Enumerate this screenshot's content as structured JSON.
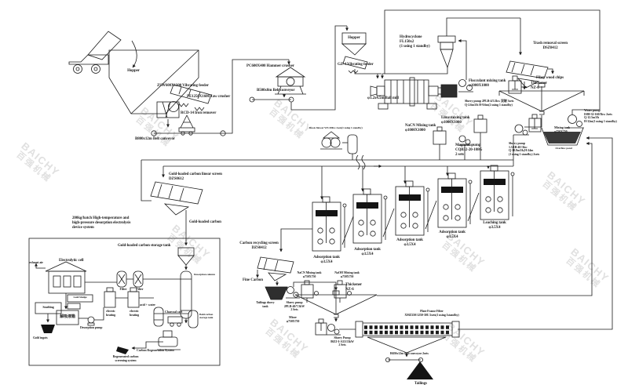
{
  "watermark": {
    "line1": "BAICHY",
    "line2": "百强机械"
  },
  "colors": {
    "line": "#1a1a1a",
    "fill": "#1a1a1a",
    "watermark": "#cdcdcd",
    "background": "#ffffff"
  },
  "labels": {
    "hopper1": "Hopper",
    "vib_feeder": "ZSW600X1300 Vibrating feeder",
    "jaw_crusher": "PE1250X1600 Jaw crusher",
    "iron_remover": "RCD-14 Iron remover",
    "belt1": "B800x12m Belt conveyor",
    "hammer_crusher": "PC600X400 Hammer crusher",
    "belt2": "B500x8m Belt conveyor",
    "hopper2": "Hopper",
    "gz4": "GZ-4 Vibrating feeder",
    "ball_mill": "φ1.2x4.5m Ball mill",
    "hydrocyclone": "Hydrocyclone\nFL150x2\n(1 using 1 standby)",
    "trash_screen": "Trash removal screen\nDSZ0412",
    "fiber_wood": "Fiber wood chips",
    "thickener1": "Thickener\nNZ-6",
    "flocculant": "Flocculant mixing tank\nφ1000X1000",
    "water_pump": "Water pump\nIS80-32-160/3kw 2sets\nQ-12.5m3/h\nH-32m(1 using 1 standby)",
    "pond": "Overflow pond",
    "mixing_tank": "Mixing tank\nφ750X750",
    "slurry_pump_th": "Slurry pump\n1.5/1B-4E/3kw\nQ-10.8m3/h,H-24m\n(1 using 1 standby) 2sets",
    "slurry_pump_bm": "Slurry pump 2PLB-4/5.5kw 双联 3sets\nQ-2.6m3/h H-9.6m(2 using 1 standby)",
    "lime_tank": "Lime mixing tank\nφ1000X1000",
    "nacn_tank_big": "NaCN Mixing tank\nφ1000X1000",
    "magnetic_pump": "Magnetic pump\nCQB32-20-108G\n2 sets",
    "roots_blower": "Roots blower W9-30Kw 2sets(1 using 1 standby)",
    "linear_screen": "Gold-loaded carbon linear screen\nDZS0612",
    "gold_carbon": "Gold-loaded carbon",
    "desorption_system": "200kg/batch High-temperature and\nhigh-pressure desorption electrolysis\ndevice system",
    "storage_tank": "Gold-loaded carbon storage tank",
    "electrolytic_cell": "Electrolytic cell",
    "exhaust_air": "exhaust air",
    "filter1": "Filter",
    "filter2": "Filter",
    "desorption_column": "Desorption column",
    "gold_sludge": "Gold Sludge",
    "smelting": "Smelting",
    "chinese_tank": "解吸液箱",
    "gold_ingots": "Gold ingots",
    "desorption_pump": "Desorption pump",
    "electric_heating1": "electric\nheating",
    "electric_heating2": "electric\nheating",
    "acid_water": "acid + water",
    "charcoal_cart": "Charcoal cart",
    "bald_carbon": "Bald carbon\nstorage tank",
    "carbon_regen": "Carbon Regeneration System",
    "regen_screen": "Regenerated carbon\nscreening system",
    "carbon_recycle": "Carbon recycling screen\nDZS0412",
    "fine_carbon": "Fine Carbon",
    "ads_tank1": "Adsorption tank\nφ3.5X4",
    "ads_tank2": "Adsorption tank\nφ3.5X4",
    "ads_tank3": "Adsorption tank\nφ3.5X4",
    "ads_tank4": "Adsorption tank\nφ3.5X4",
    "leach_tank": "Leaching tank\nφ3.5X4",
    "nacn_tank_small": "NaCN Mixing tank\nφ750X750",
    "naoh_tank_small": "NaOH Mixing tank\nφ750X750",
    "thickener2": "Thickener\nNZ-6",
    "tailings_tank": "Tailings slurry\ntank",
    "slurry_pump_t": "Slurry pump\n2PLB-40/7.5kW\n2 Sets",
    "mixer": "Mixer\nφ750X750",
    "slurry_pump_pf": "Slurry Pump\n80ZJ-I-A33/15kW\n2 Sets",
    "plate_filter": "Plate Frame Filter\nXMZ250/1250-30U 2sets(1 using 1standby)",
    "belt3": "B650x12m Belt conveyor 2sets",
    "tailings": "Tailings"
  }
}
